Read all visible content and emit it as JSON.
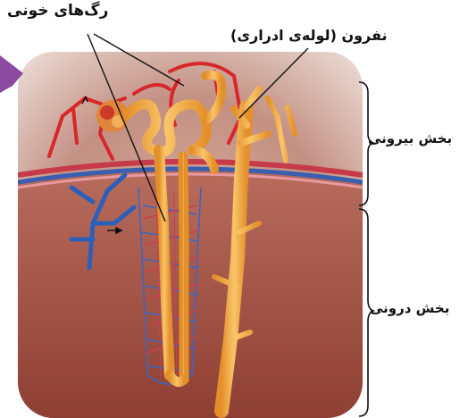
{
  "labels": {
    "blood_vessels": "رگ‌های خونی",
    "nephron": "نفرون (لوله‌ی ادراری)",
    "outer_part": "بخش بیرونی",
    "inner_part": "بخش درونی"
  },
  "colors": {
    "cortex": "#c9988a",
    "medulla": "#a9584a",
    "artery": "#d8262a",
    "vein": "#2c5fb8",
    "tubule": "#f0a93c",
    "arrow": "#8a4aa0"
  }
}
